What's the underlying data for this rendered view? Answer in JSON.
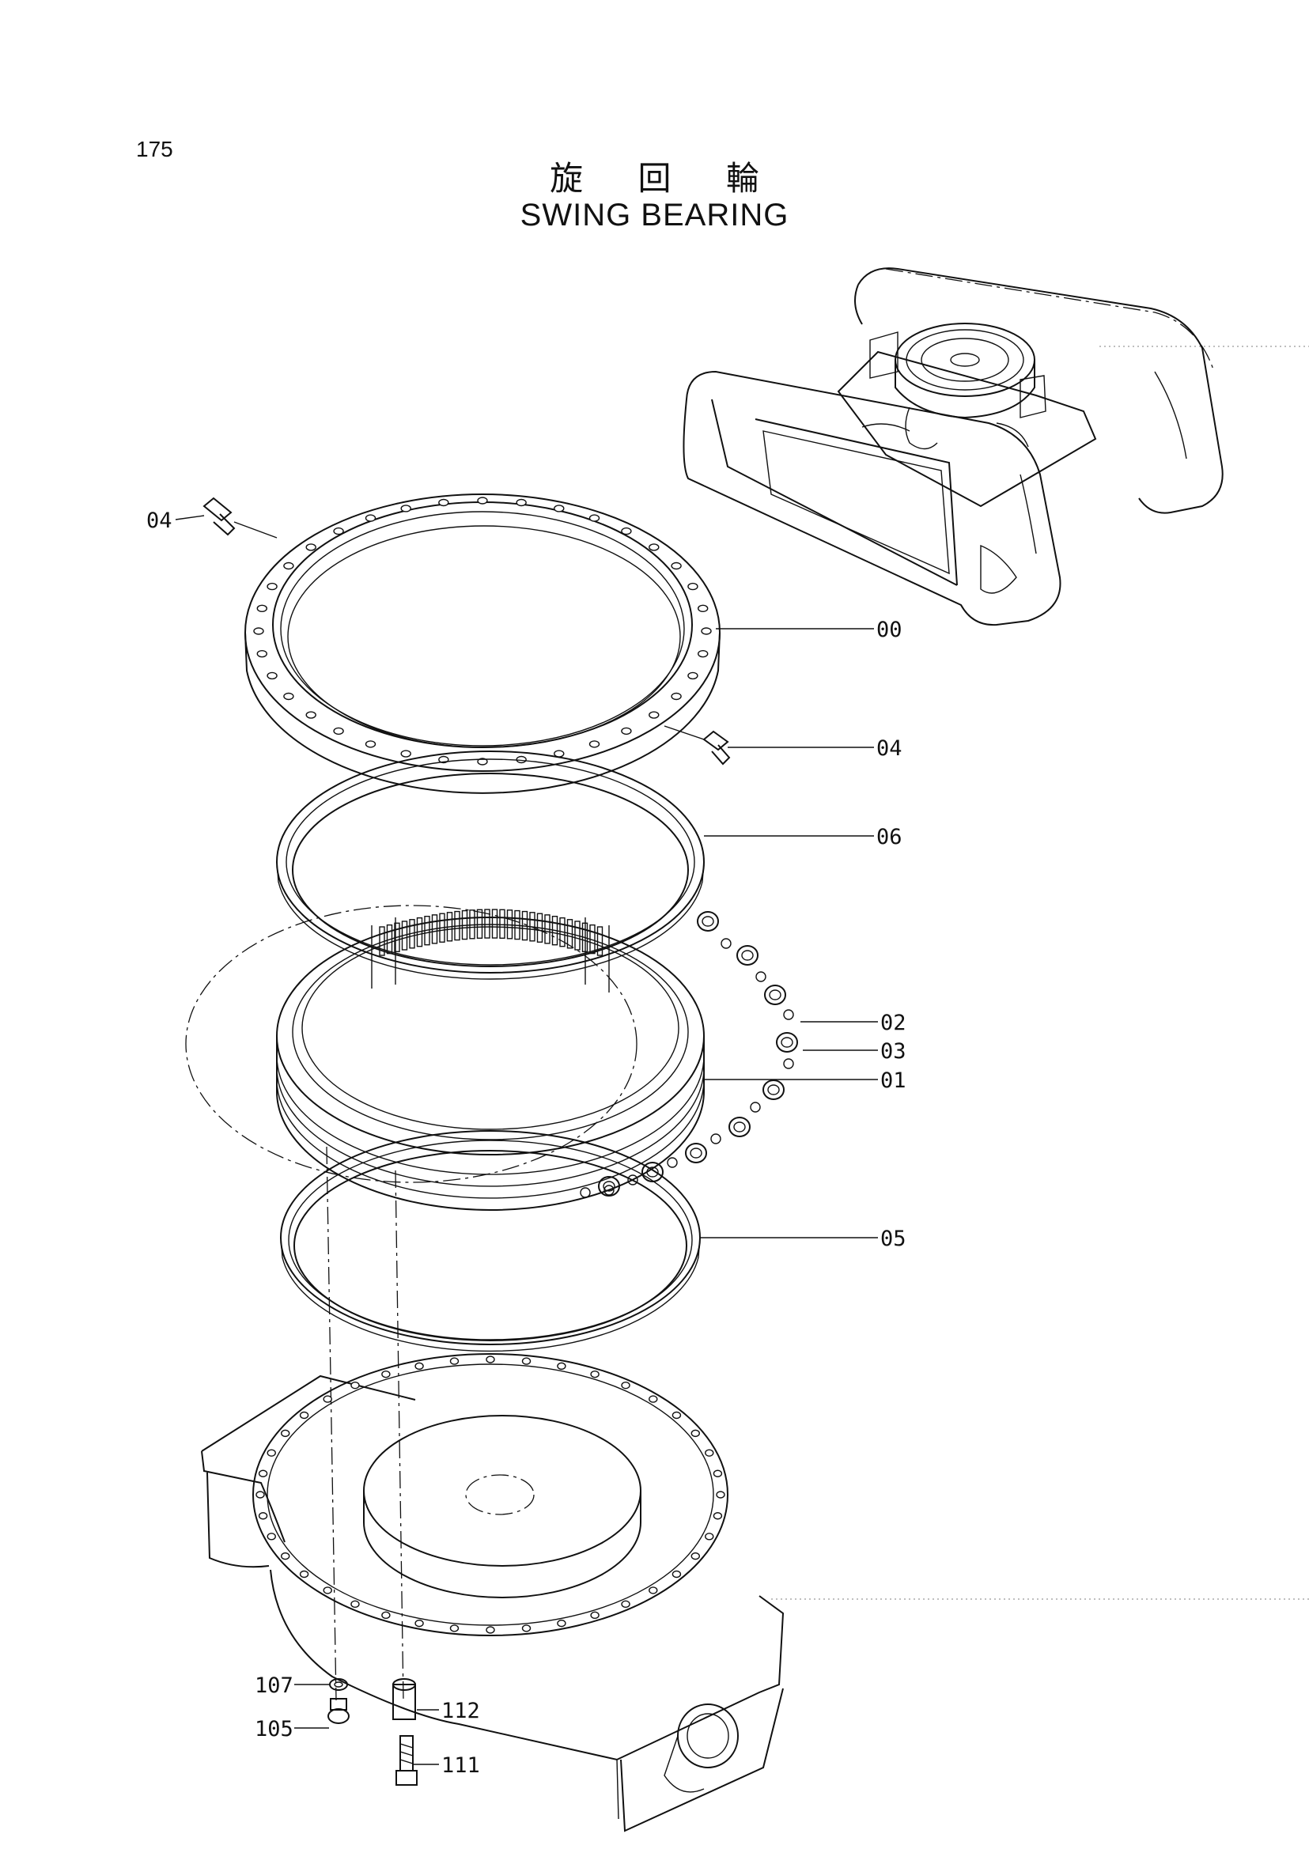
{
  "page": {
    "number": "175",
    "title_jp": "旋 回 輪",
    "title_en": "SWING BEARING"
  },
  "callouts": {
    "c04_left": "04",
    "c00": "00",
    "c04_right": "04",
    "c06": "06",
    "c02": "02",
    "c03": "03",
    "c01": "01",
    "c05": "05",
    "c107": "107",
    "c105": "105",
    "c112": "112",
    "c111": "111"
  }
}
